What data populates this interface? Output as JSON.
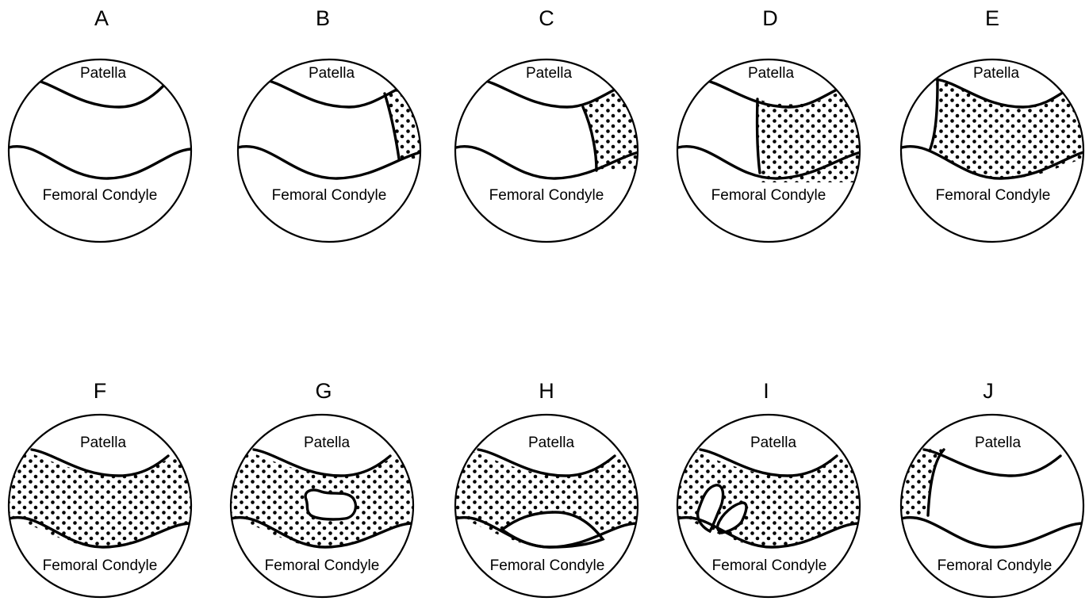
{
  "panels": [
    {
      "letter": "A",
      "top_label": "Patella",
      "bottom_label": "Femoral Condyle",
      "fill": "none"
    },
    {
      "letter": "B",
      "top_label": "Patella",
      "bottom_label": "Femoral Condyle",
      "fill": "right-sliver"
    },
    {
      "letter": "C",
      "top_label": "Patella",
      "bottom_label": "Femoral Condyle",
      "fill": "right-quarter"
    },
    {
      "letter": "D",
      "top_label": "Patella",
      "bottom_label": "Femoral Condyle",
      "fill": "right-half"
    },
    {
      "letter": "E",
      "top_label": "Patella",
      "bottom_label": "Femoral Condyle",
      "fill": "nearly-full"
    },
    {
      "letter": "F",
      "top_label": "Patella",
      "bottom_label": "Femoral Condyle",
      "fill": "full"
    },
    {
      "letter": "G",
      "top_label": "Patella",
      "bottom_label": "Femoral Condyle",
      "fill": "full-with-central-hole"
    },
    {
      "letter": "H",
      "top_label": "Patella",
      "bottom_label": "Femoral Condyle",
      "fill": "full-with-bottom-gap"
    },
    {
      "letter": "I",
      "top_label": "Patella",
      "bottom_label": "Femoral Condyle",
      "fill": "full-with-two-gaps"
    },
    {
      "letter": "J",
      "top_label": "Patella",
      "bottom_label": "Femoral Condyle",
      "fill": "left-sliver"
    }
  ],
  "colors": {
    "stroke": "#000000",
    "background": "#ffffff"
  }
}
